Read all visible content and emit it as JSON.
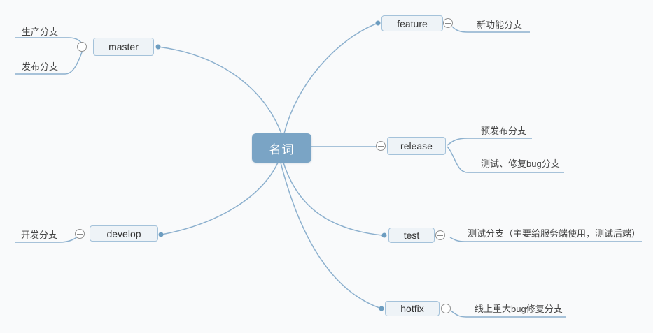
{
  "app": {
    "background_color": "#f9fafb",
    "root_color": "#7aa4c5",
    "topic_fill_color": "#eef3f7",
    "topic_border_color": "#a4c2da",
    "line_color": "#8cb0ce",
    "anchor_dot_color": "#6d9dc0"
  },
  "mindmap": {
    "root": {
      "label": "名词"
    },
    "branches": [
      {
        "id": "master",
        "label": "master",
        "side": "left",
        "children": [
          {
            "label": "生产分支"
          },
          {
            "label": "发布分支"
          }
        ]
      },
      {
        "id": "develop",
        "label": "develop",
        "side": "left",
        "children": [
          {
            "label": "开发分支"
          }
        ]
      },
      {
        "id": "feature",
        "label": "feature",
        "side": "right",
        "children": [
          {
            "label": "新功能分支"
          }
        ]
      },
      {
        "id": "release",
        "label": "release",
        "side": "right",
        "children": [
          {
            "label": "预发布分支"
          },
          {
            "label": "测试、修复bug分支"
          }
        ]
      },
      {
        "id": "test",
        "label": "test",
        "side": "right",
        "children": [
          {
            "label": "测试分支（主要给服务端使用，测试后端）"
          }
        ]
      },
      {
        "id": "hotfix",
        "label": "hotfix",
        "side": "right",
        "children": [
          {
            "label": "线上重大bug修复分支"
          }
        ]
      }
    ]
  }
}
